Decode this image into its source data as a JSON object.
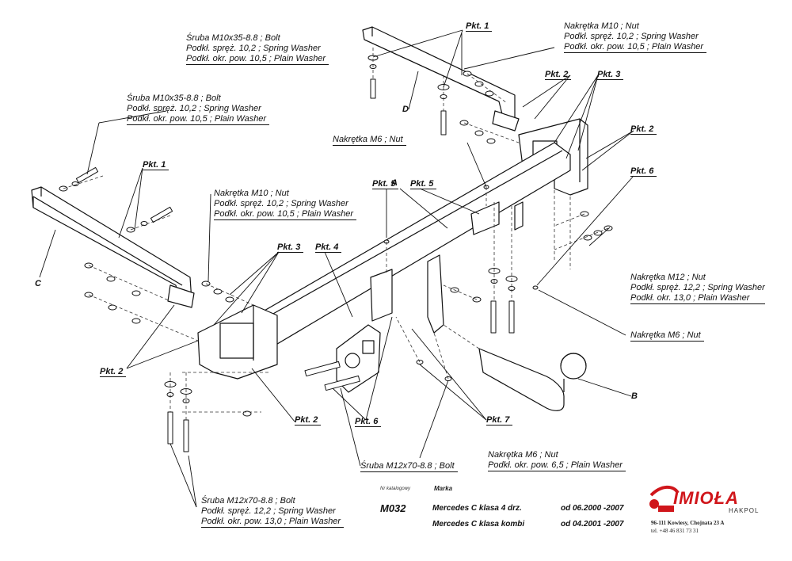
{
  "pkt": {
    "p1a": "Pkt. 1",
    "p1b": "Pkt. 1",
    "p2a": "Pkt. 2",
    "p2b": "Pkt. 2",
    "p2c": "Pkt. 2",
    "p2d": "Pkt. 2",
    "p3a": "Pkt. 3",
    "p3b": "Pkt. 3",
    "p4": "Pkt. 4",
    "p5a": "Pkt. 5",
    "p5b": "Pkt. 5",
    "p6a": "Pkt. 6",
    "p6b": "Pkt. 6",
    "p7": "Pkt. 7"
  },
  "letters": {
    "a": "A",
    "b": "B",
    "c": "C",
    "d": "D"
  },
  "callouts": {
    "bolt_top": [
      "Śruba M10x35-8.8 ;  Bolt",
      "Podkł. spręż. 10,2 ; Spring Washer",
      "Podkł. okr. pow. 10,5 ; Plain Washer"
    ],
    "bolt_left": [
      "Śruba M10x35-8.8 ;  Bolt",
      "Podkł. spręż. 10,2 ; Spring Washer",
      "Podkł. okr. pow. 10,5 ; Plain Washer"
    ],
    "nut_top_right": [
      "Nakrętka  M10 ; Nut",
      "Podkł. spręż. 10,2 ; Spring Washer",
      "Podkł. okr. pow. 10,5 ; Plain Washer"
    ],
    "nut_mid": [
      "Nakrętka  M10 ; Nut",
      "Podkł. spręż. 10,2 ; Spring Washer",
      "Podkł. okr. pow. 10,5 ; Plain Washer"
    ],
    "nut_m6_top": "Nakrętka  M6 ; Nut",
    "nut_m12": [
      "Nakrętka  M12 ; Nut",
      "Podkł. spręż. 12,2 ; Spring Washer",
      "Podkł. okr. 13,0 ; Plain Washer"
    ],
    "nut_m6_right": "Nakrętka  M6 ; Nut",
    "nut_m6_bottom": [
      "Nakrętka  M6 ; Nut",
      "Podkł. okr. pow. 6,5 ; Plain Washer"
    ],
    "bolt_m12_mid": "Śruba M12x70-8.8 ;  Bolt",
    "bolt_m12_bottom": [
      "Śruba M12x70-8.8 ;  Bolt",
      "Podkł. spręż. 12,2 ; Spring Washer",
      "Podkł. okr. pow. 13,0 ; Plain Washer"
    ]
  },
  "title_block": {
    "catalog_header": "Nr katalogowy",
    "brand_header": "Marka",
    "code": "M032",
    "rows": [
      {
        "model": "Mercedes C klasa 4 drz.",
        "date": "od 06.2000 -2007"
      },
      {
        "model": "Mercedes C klasa kombi",
        "date": "od 04.2001 -2007"
      }
    ]
  },
  "logo": {
    "name": "IMIOŁA",
    "sub": "HAKPOL",
    "address1": "96-111 Kowiesy, Chojnata 23 A",
    "address2": "tel. +48 46 831 73 31",
    "color": "#d0161b"
  }
}
